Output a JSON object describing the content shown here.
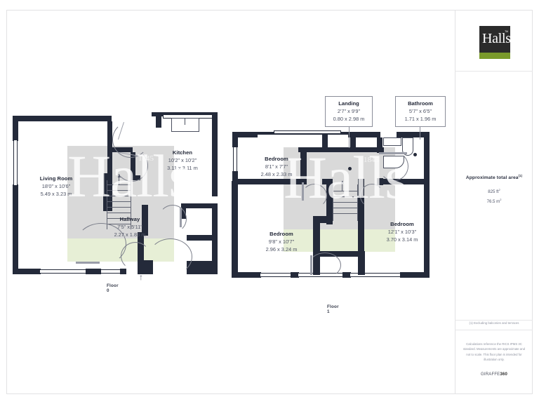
{
  "document": {
    "type": "floor-plan",
    "watermark": "Halls",
    "watermark_small": "1845"
  },
  "sidebar": {
    "logo": {
      "text": "Halls",
      "trademark": "TM"
    },
    "area": {
      "title": "Approximate total area",
      "title_sup": "(1)",
      "imperial": "825 ft",
      "imperial_sup": "2",
      "metric": "76.5 m",
      "metric_sup": "2"
    },
    "footnote": "(1) Excluding balconies and terraces",
    "disclaimer": "Calculations reference the RICS IPMS 3C standard. Measurements are approximate and not to scale. This floor plan is intended for illustration only.",
    "brand": {
      "prefix": "GIRAFFE",
      "suffix": "360"
    }
  },
  "floors": [
    {
      "caption": "Floor 0",
      "rooms": [
        {
          "name": "Living Room",
          "imperial": "18'0\" x 10'6\"",
          "metric": "5.49 x 3.23 m",
          "style": "inline"
        },
        {
          "name": "Kitchen",
          "imperial": "10'2\" x 10'2\"",
          "metric": "3.11 x 3.11 m",
          "style": "inline"
        },
        {
          "name": "Hallway",
          "imperial": "7'5\" x 5'11\"",
          "metric": "2.27 x 1.83 m",
          "style": "inline"
        }
      ]
    },
    {
      "caption": "Floor 1",
      "rooms": [
        {
          "name": "Landing",
          "imperial": "2'7\" x 9'9\"",
          "metric": "0.80 x 2.98 m",
          "style": "callout"
        },
        {
          "name": "Bathroom",
          "imperial": "5'7\" x 6'5\"",
          "metric": "1.71 x 1.96 m",
          "style": "callout"
        },
        {
          "name": "Bedroom",
          "imperial": "8'1\" x 7'7\"",
          "metric": "2.48 x 2.33 m",
          "style": "inline"
        },
        {
          "name": "Bedroom",
          "imperial": "9'8\" x 10'7\"",
          "metric": "2.96 x 3.24 m",
          "style": "inline"
        },
        {
          "name": "Bedroom",
          "imperial": "12'1\" x 10'3\"",
          "metric": "3.70 x 3.14 m",
          "style": "inline"
        }
      ]
    }
  ],
  "colors": {
    "wall": "#242a3a",
    "accent_green": "#7a9a2b",
    "logo_bg": "#2b2b2b",
    "text": "#2b3040",
    "muted": "#9094a1",
    "shade_gray": "#b9b9b9",
    "shade_green": "#c9dba3"
  },
  "entry": {
    "arrow": "↑"
  }
}
